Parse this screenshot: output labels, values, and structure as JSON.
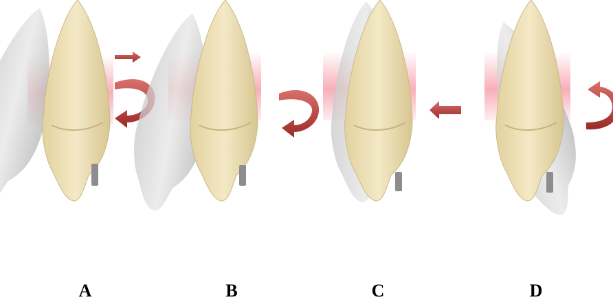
{
  "panels": [
    {
      "label": "A"
    },
    {
      "label": "B"
    },
    {
      "label": "C"
    },
    {
      "label": "D"
    }
  ],
  "colors": {
    "crown": "#f1e3b9",
    "crown_edge": "#c8ba8a",
    "root": "#eee2b3",
    "gingiva": "#f27a8a",
    "ghost_tooth": "#b9b9b9",
    "bracket": "#8d8d8d",
    "arrow": "#b33a38"
  },
  "icons": [
    "curved-arrow-icon",
    "straight-arrow-icon"
  ]
}
